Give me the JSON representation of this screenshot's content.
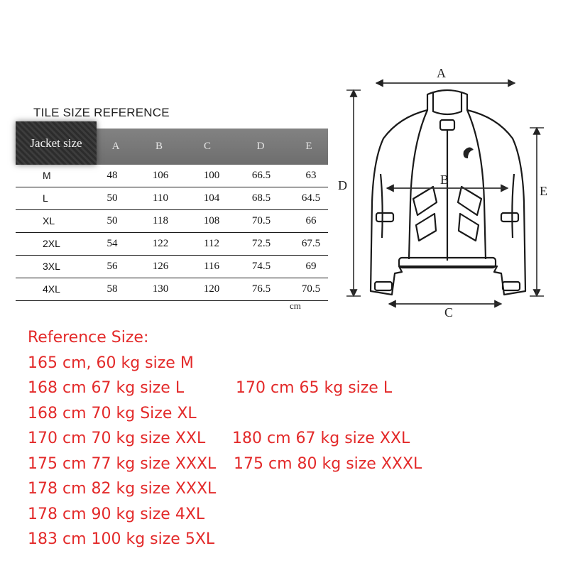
{
  "table": {
    "title": "TILE SIZE REFERENCE",
    "header": [
      "Jacket size",
      "A",
      "B",
      "C",
      "D",
      "E"
    ],
    "rows": [
      {
        "size": "M",
        "A": "48",
        "B": "106",
        "C": "100",
        "D": "66.5",
        "E": "63"
      },
      {
        "size": "L",
        "A": "50",
        "B": "110",
        "C": "104",
        "D": "68.5",
        "E": "64.5"
      },
      {
        "size": "XL",
        "A": "50",
        "B": "118",
        "C": "108",
        "D": "70.5",
        "E": "66"
      },
      {
        "size": "2XL",
        "A": "54",
        "B": "122",
        "C": "112",
        "D": "72.5",
        "E": "67.5"
      },
      {
        "size": "3XL",
        "A": "56",
        "B": "126",
        "C": "116",
        "D": "74.5",
        "E": "69"
      },
      {
        "size": "4XL",
        "A": "58",
        "B": "130",
        "C": "120",
        "D": "76.5",
        "E": "70.5"
      }
    ],
    "unit": "cm"
  },
  "diagram": {
    "labels": {
      "A": "A",
      "B": "B",
      "C": "C",
      "D": "D",
      "E": "E"
    }
  },
  "reference": {
    "heading": "Reference Size:",
    "lines": [
      {
        "left": "165 cm, 60 kg size M",
        "right": ""
      },
      {
        "left": "168 cm 67 kg size L",
        "right": "170 cm 65 kg size L"
      },
      {
        "left": "168 cm 70 kg Size XL",
        "right": ""
      },
      {
        "left": "170 cm 70 kg size XXL",
        "right": "180 cm 67 kg size XXL"
      },
      {
        "left": "175 cm 77 kg size XXXL",
        "right": "175 cm 80 kg size XXXL"
      },
      {
        "left": "178 cm 82 kg size XXXL",
        "right": ""
      },
      {
        "left": "178 cm 90 kg size  4XL",
        "right": ""
      },
      {
        "left": "183 cm 100 kg size  5XL",
        "right": ""
      }
    ]
  },
  "colors": {
    "reference_text": "#e32a2a",
    "header_bg": "#787878"
  }
}
